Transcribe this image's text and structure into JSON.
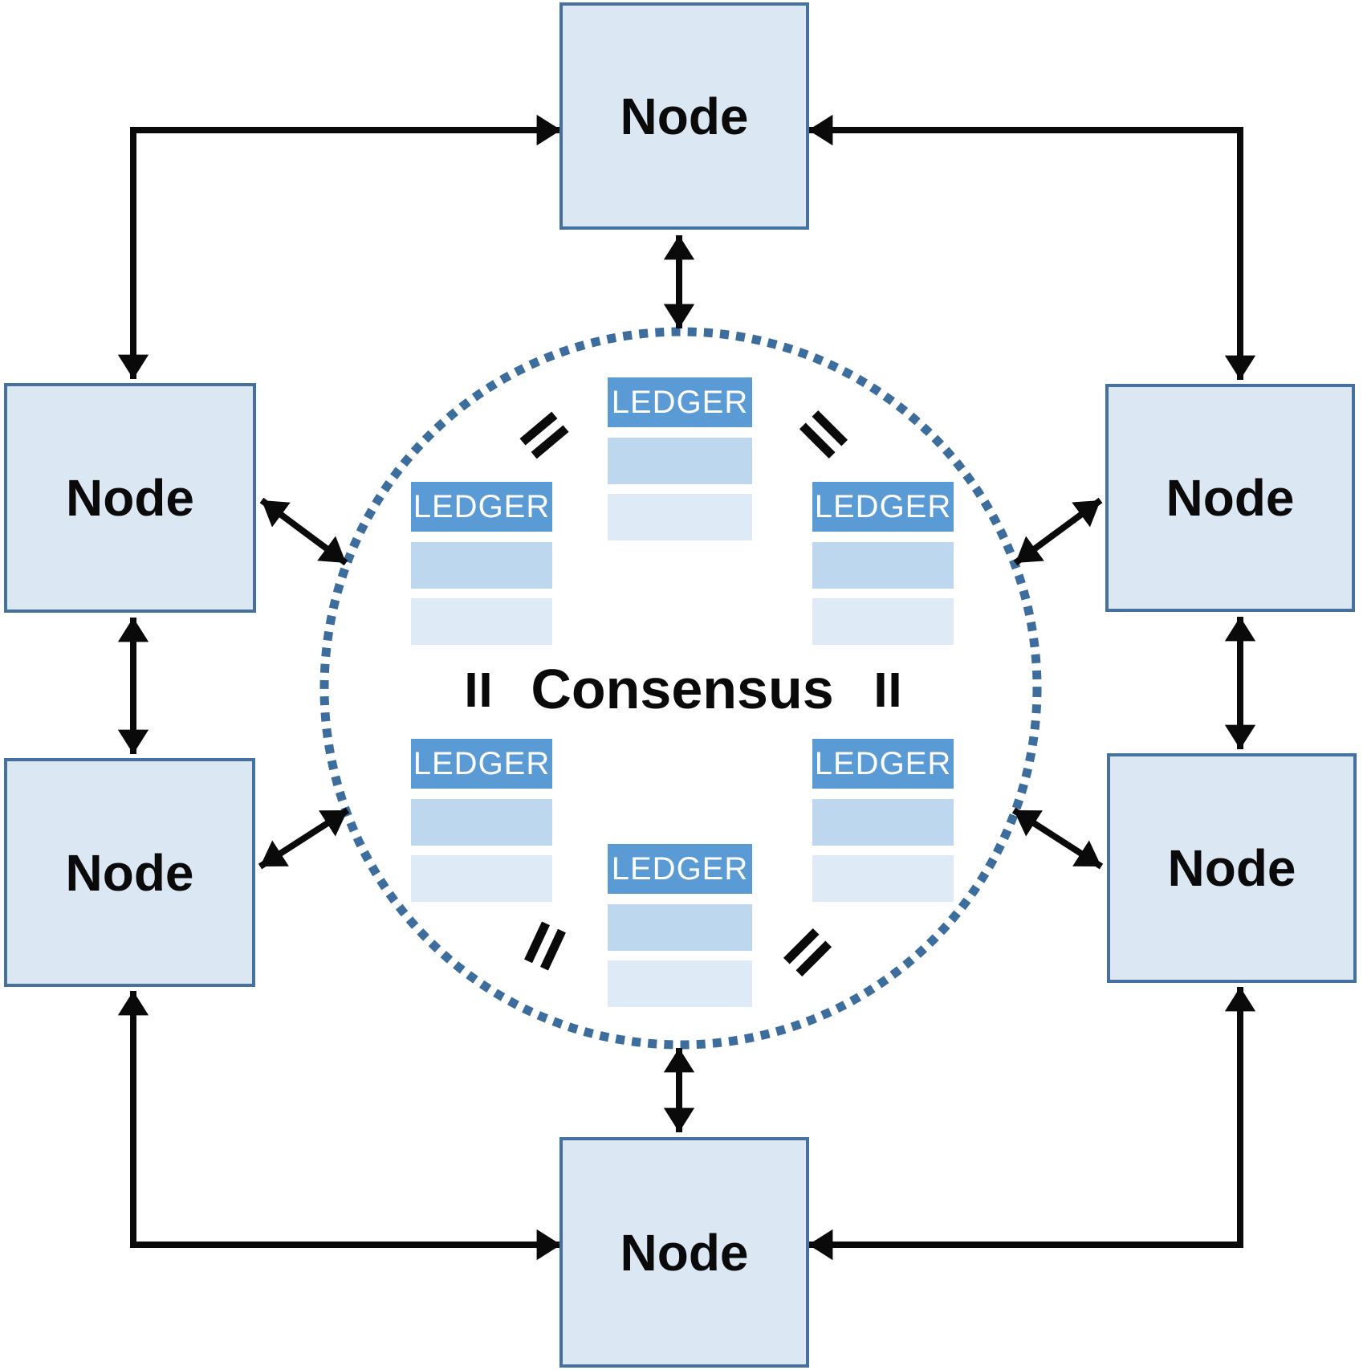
{
  "consensus": {
    "label": "Consensus"
  },
  "nodes": {
    "top": {
      "label": "Node"
    },
    "left_top": {
      "label": "Node"
    },
    "right_top": {
      "label": "Node"
    },
    "left_bottom": {
      "label": "Node"
    },
    "right_bottom": {
      "label": "Node"
    },
    "bottom": {
      "label": "Node"
    }
  },
  "ledgers": {
    "top_center": {
      "title": "LEDGER",
      "rows": 2
    },
    "left_top": {
      "title": "LEDGER",
      "rows": 2
    },
    "right_top": {
      "title": "LEDGER",
      "rows": 2
    },
    "left_bottom": {
      "title": "LEDGER",
      "rows": 2
    },
    "right_bottom": {
      "title": "LEDGER",
      "rows": 2
    },
    "bottom_center": {
      "title": "LEDGER",
      "rows": 2
    }
  },
  "symbols": {
    "equality_mark": "="
  },
  "colors": {
    "node_fill": "#dce7f4",
    "node_border": "#44719f",
    "ledger_header": "#5b9bd5",
    "ledger_row_medium": "#bdd7ee",
    "ledger_row_light": "#deeaf6",
    "circle_dot": "#3c6d9d",
    "arrow": "#0a0a0a",
    "text": "#0a0a0a",
    "background": "#ffffff"
  }
}
